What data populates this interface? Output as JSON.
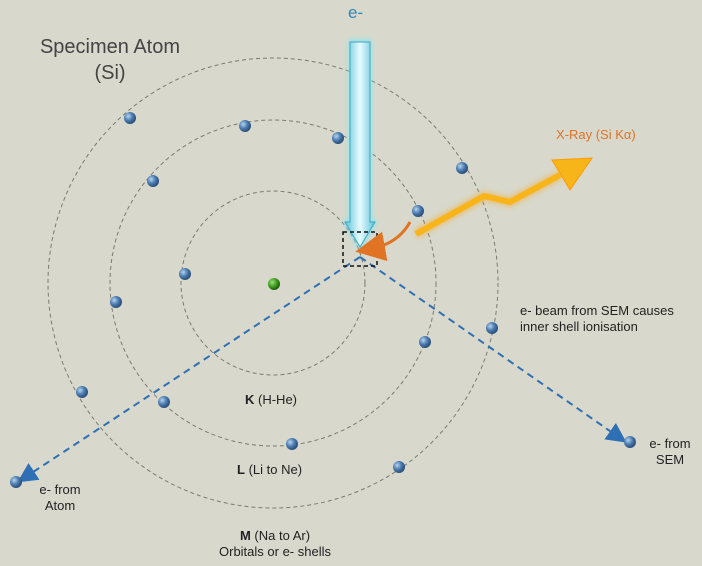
{
  "title": {
    "line1": "Specimen Atom",
    "line2": "(Si)"
  },
  "incoming_electron": "e-",
  "xray_label": "X-Ray (Si Kα)",
  "beam_note": {
    "line1": "e- beam from SEM causes",
    "line2": "inner shell ionisation"
  },
  "scattered_sem": {
    "line1": "e- from",
    "line2": "SEM"
  },
  "ejected_atom": {
    "line1": "e- from",
    "line2": "Atom"
  },
  "shells": {
    "k": {
      "letter": "K",
      "range": "(H-He)"
    },
    "l": {
      "letter": "L",
      "range": "(Li to Ne)"
    },
    "m": {
      "letter": "M",
      "range": "(Na to Ar)"
    }
  },
  "shells_caption": "Orbitals or e- shells",
  "colors": {
    "background": "#d8d9cc",
    "electron": "#4a7bb0",
    "nucleus": "#3d9a1e",
    "beam": "#9fe0ec",
    "xray": "#f7b51a",
    "arrow_orange": "#e07424",
    "dashed_path": "#2f6fb3"
  }
}
